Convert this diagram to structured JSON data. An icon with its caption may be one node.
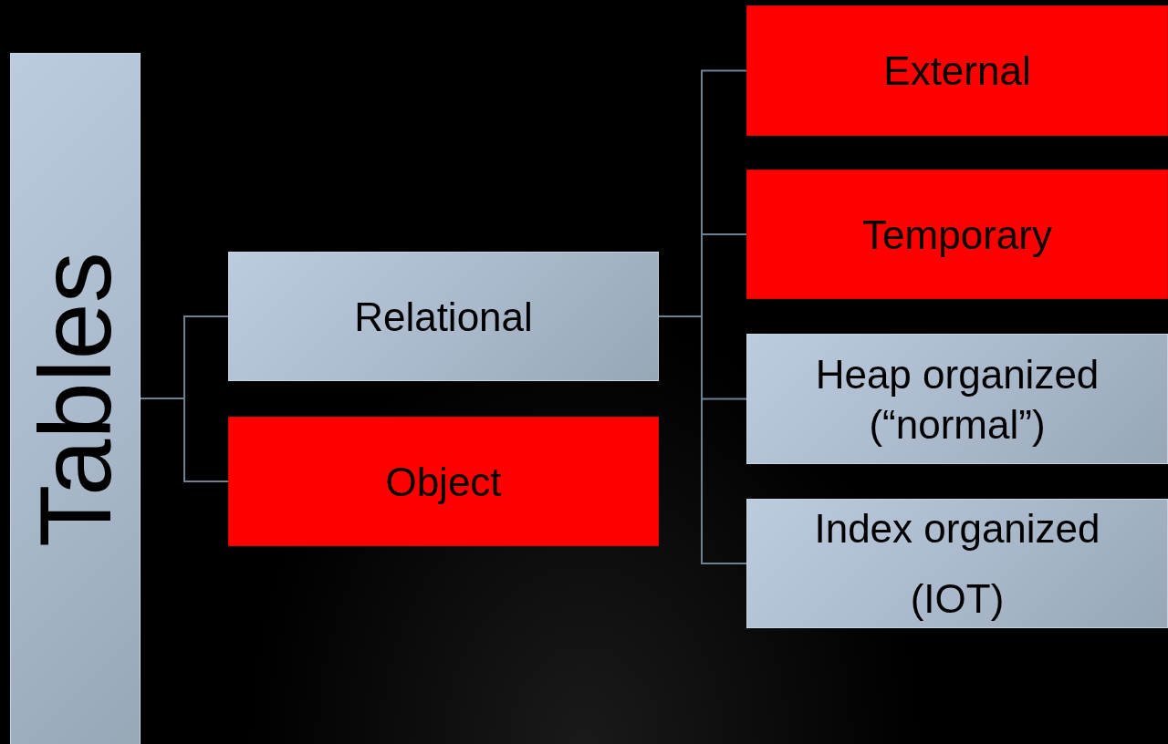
{
  "diagram": {
    "nodes": [
      {
        "text": [
          "Tables"
        ]
      },
      {
        "text": [
          "Relational"
        ]
      },
      {
        "text": [
          "Object"
        ]
      },
      {
        "text": [
          "External"
        ]
      },
      {
        "text": [
          "Temporary"
        ]
      },
      {
        "text": [
          "Heap organized (“normal”)"
        ]
      },
      {
        "text": [
          "Index organized (IOT)"
        ]
      }
    ],
    "edges": [
      {
        "from": 0,
        "to": 1,
        "arrow": "none"
      },
      {
        "from": 0,
        "to": 2,
        "arrow": "none"
      },
      {
        "from": 1,
        "to": 3,
        "arrow": "none"
      },
      {
        "from": 1,
        "to": 4,
        "arrow": "none"
      },
      {
        "from": 1,
        "to": 5,
        "arrow": "none"
      },
      {
        "from": 1,
        "to": 6,
        "arrow": "none"
      }
    ]
  }
}
